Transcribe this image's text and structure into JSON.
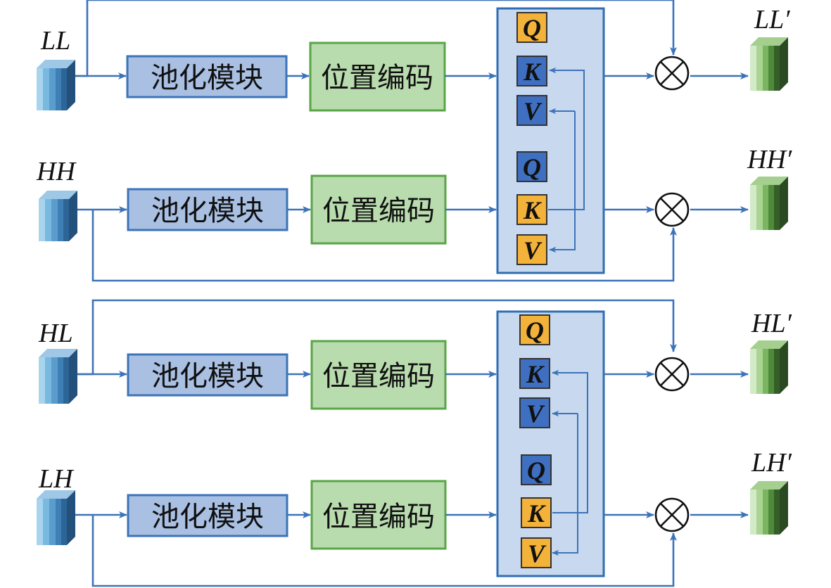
{
  "colors": {
    "line": "#3c73b9",
    "pool_fill": "#a9c0e3",
    "pool_stroke": "#3c73b9",
    "pos_fill": "#b9dcae",
    "pos_stroke": "#58a546",
    "attn_fill": "#c8d8ee",
    "attn_stroke": "#2f6eb3",
    "q_orange": "#f3b23a",
    "q_blue": "#3f6fc0"
  },
  "groups": [
    {
      "top": {
        "input": "LL",
        "output": "LL′",
        "pool": "池化模块",
        "pos": "位置编码",
        "q": "Q",
        "k": "K",
        "v": "V",
        "q_color": "orange",
        "kv_color": "blue"
      },
      "bottom": {
        "input": "HH",
        "output": "HH′",
        "pool": "池化模块",
        "pos": "位置编码",
        "q": "Q",
        "k": "K",
        "v": "V",
        "q_color": "blue",
        "kv_color": "orange"
      }
    },
    {
      "top": {
        "input": "HL",
        "output": "HL′",
        "pool": "池化模块",
        "pos": "位置编码",
        "q": "Q",
        "k": "K",
        "v": "V",
        "q_color": "orange",
        "kv_color": "blue"
      },
      "bottom": {
        "input": "LH",
        "output": "LH′",
        "pool": "池化模块",
        "pos": "位置编码",
        "q": "Q",
        "k": "K",
        "v": "V",
        "q_color": "blue",
        "kv_color": "orange"
      }
    }
  ],
  "icons": {
    "multiply": "circled-times-icon",
    "input_cube": "blue-feature-cube-icon",
    "output_cube": "green-feature-cube-icon"
  }
}
